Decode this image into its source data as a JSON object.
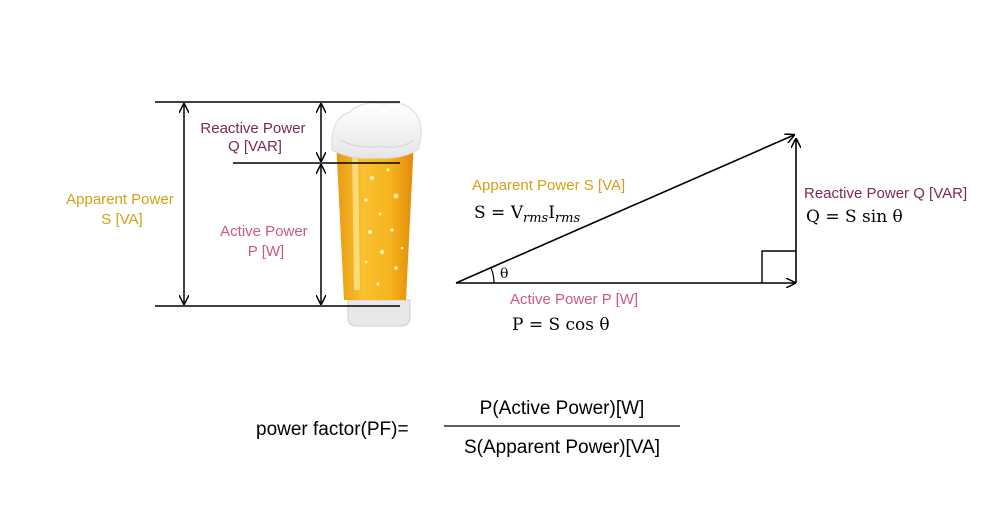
{
  "colors": {
    "apparent": "#D4A017",
    "reactive": "#7B2A55",
    "active": "#D0587E",
    "line": "#000000",
    "beer": "#F5B21A",
    "foam": "#F4F4F4"
  },
  "left_figure": {
    "reactive": {
      "line1": "Reactive Power",
      "line2": "Q [VAR]"
    },
    "apparent": {
      "line1": "Apparent Power",
      "line2": "S [VA]"
    },
    "active": {
      "line1": "Active Power",
      "line2": "P [W]"
    }
  },
  "triangle": {
    "apparent_label": "Apparent Power S [VA]",
    "apparent_eq": "S = V rmsI rms",
    "angle": "θ",
    "reactive_label": "Reactive Power Q [VAR]",
    "reactive_eq": "Q = S sin θ",
    "active_label": "Active Power P [W]",
    "active_eq": "P = S cos θ"
  },
  "formula": {
    "lhs": "power factor(PF)=",
    "numerator": "P(Active Power)[W]",
    "denominator": "S(Apparent Power)[VA]"
  }
}
